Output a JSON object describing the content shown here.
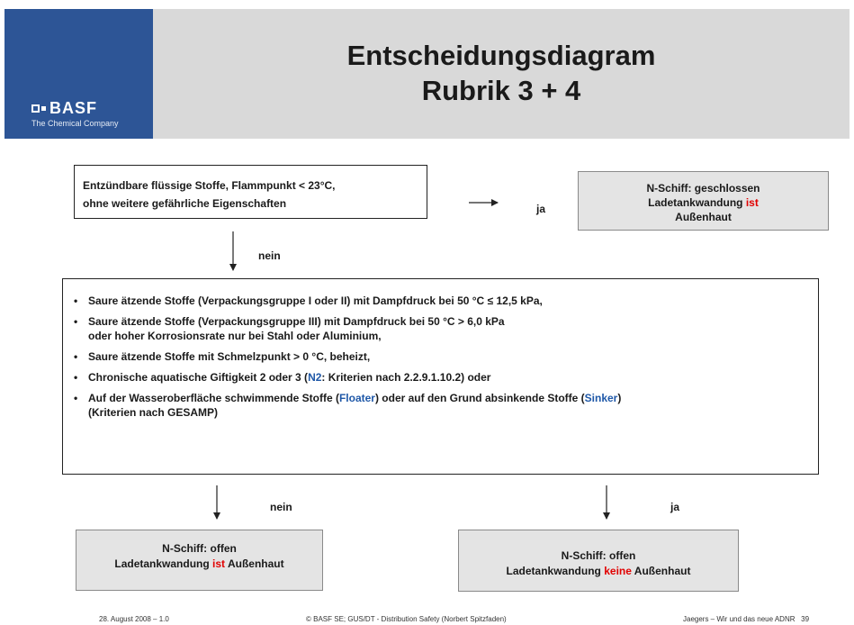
{
  "header": {
    "title_line1": "Entscheidungsdiagram",
    "title_line2": "Rubrik 3 + 4",
    "logo_text": "BASF",
    "logo_subtitle": "The Chemical Company"
  },
  "box_top_left": {
    "line1": "Entzündbare flüssige Stoffe, Flammpunkt < 23°C,",
    "line2": "ohne weitere gefährliche Eigenschaften"
  },
  "box_top_right": {
    "line1": "N-Schiff: geschlossen",
    "line2_pre": "Ladetankwandung ",
    "line2_highlight": "ist",
    "line3": "Außenhaut"
  },
  "labels": {
    "ja_top": "ja",
    "nein_mid": "nein",
    "nein_bottom": "nein",
    "ja_bottom": "ja"
  },
  "criteria": {
    "item1": "Saure ätzende Stoffe (Verpackungsgruppe I oder II) mit Dampfdruck bei 50 °C ≤ 12,5 kPa,",
    "item2_line1": "Saure ätzende Stoffe (Verpackungsgruppe III) mit Dampfdruck bei 50 °C > 6,0 kPa",
    "item2_line2": "oder hoher Korrosionsrate nur bei Stahl oder Aluminium,",
    "item3": "Saure ätzende Stoffe mit Schmelzpunkt > 0 °C, beheizt,",
    "item4_pre": "Chronische aquatische Giftigkeit 2 oder 3 (",
    "item4_highlight": "N2",
    "item4_post": ": Kriterien nach 2.2.9.1.10.2) oder",
    "item5_pre": "Auf der Wasseroberfläche schwimmende Stoffe (",
    "item5_floater": "Floater",
    "item5_mid": ") oder auf den Grund absinkende Stoffe (",
    "item5_sinker": "Sinker",
    "item5_post": ")",
    "item5_line2": "(Kriterien nach GESAMP)"
  },
  "box_bottom_left": {
    "line1": "N-Schiff: offen",
    "line2_pre": "Ladetankwandung ",
    "line2_highlight": "ist",
    "line2_post": " Außenhaut"
  },
  "box_bottom_right": {
    "line1": "N-Schiff: offen",
    "line2_pre": "Ladetankwandung ",
    "line2_highlight": "keine",
    "line2_post": " Außenhaut"
  },
  "footer": {
    "date": "28. August 2008 – 1.0",
    "copyright": "© BASF SE; GUS/DT - Distribution Safety (Norbert Spitzfaden)",
    "right": "Jaegers – Wir und das neue ADNR   39"
  },
  "colors": {
    "header_bg": "#d9d9d9",
    "logo_bg": "#2d5596",
    "highlight_red": "#e10000",
    "highlight_blue": "#1f58a8"
  }
}
